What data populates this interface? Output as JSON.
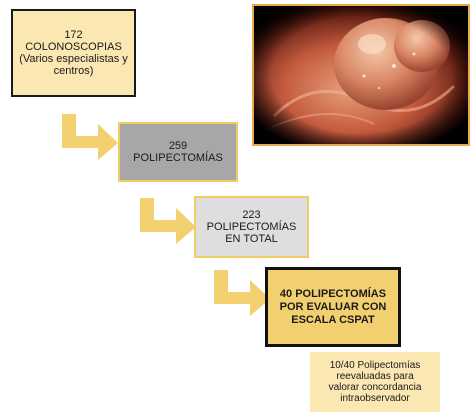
{
  "boxes": {
    "colonoscopias": {
      "lines": [
        "172",
        "COLONOSCOPIAS",
        "(Varios especialistas y",
        "centros)"
      ]
    },
    "polipectomias": {
      "lines": [
        "259",
        "POLIPECTOMÍAS"
      ]
    },
    "total": {
      "lines": [
        "223",
        "POLIPECTOMÍAS",
        "EN TOTAL"
      ]
    },
    "cspat": {
      "lines": [
        "40 POLIPECTOMÍAS",
        "POR EVALUAR CON",
        "ESCALA CSPAT"
      ]
    },
    "concordancia": {
      "lines": [
        "10/40 Polipectomías",
        "reevaluadas para",
        "valorar concordancia",
        "intraobservador"
      ]
    }
  },
  "colors": {
    "light_yellow": "#fbe7b1",
    "arrow_yellow": "#f3d06f",
    "gray": "#a7a7a7",
    "light_gray": "#dedede"
  }
}
